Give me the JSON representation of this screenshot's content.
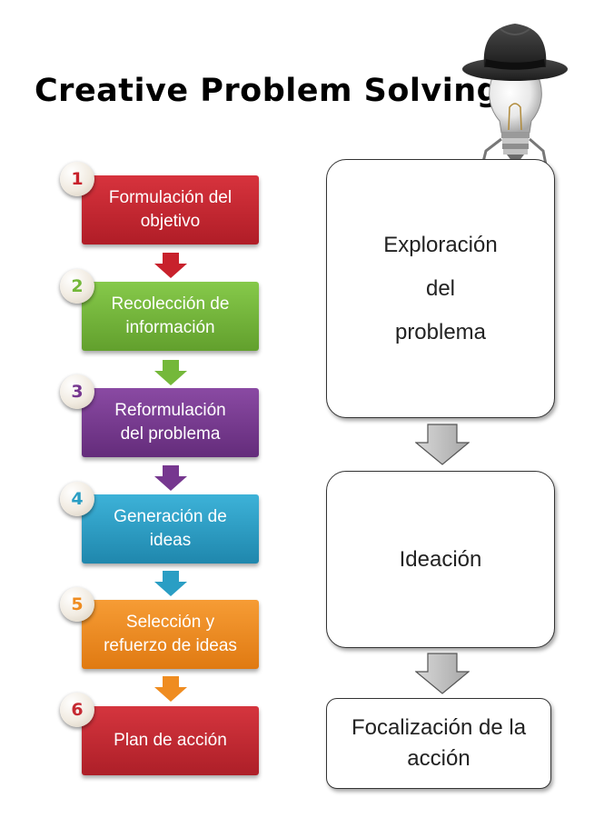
{
  "title": "Creative Problem Solving",
  "colors": {
    "step1": "#c8212c",
    "step2": "#74b83a",
    "step3": "#76378f",
    "step4": "#2a9ec4",
    "step5": "#ef8c20",
    "step6": "#c52a32",
    "gray_arrow": "#b9b9b9"
  },
  "steps": [
    {
      "number": "1",
      "label": "Formulación del\nobjetivo"
    },
    {
      "number": "2",
      "label": "Recolección de\ninformación"
    },
    {
      "number": "3",
      "label": "Reformulación\ndel problema"
    },
    {
      "number": "4",
      "label": "Generación de\nideas"
    },
    {
      "number": "5",
      "label": "Selección y\nrefuerzo de ideas"
    },
    {
      "number": "6",
      "label": "Plan de acción"
    }
  ],
  "stages": [
    {
      "label": "Exploración\ndel\nproblema"
    },
    {
      "label": "Ideación"
    },
    {
      "label": "Focalización de la\nacción"
    }
  ],
  "mascot": {
    "icon": "lightbulb-with-hat-icon"
  }
}
